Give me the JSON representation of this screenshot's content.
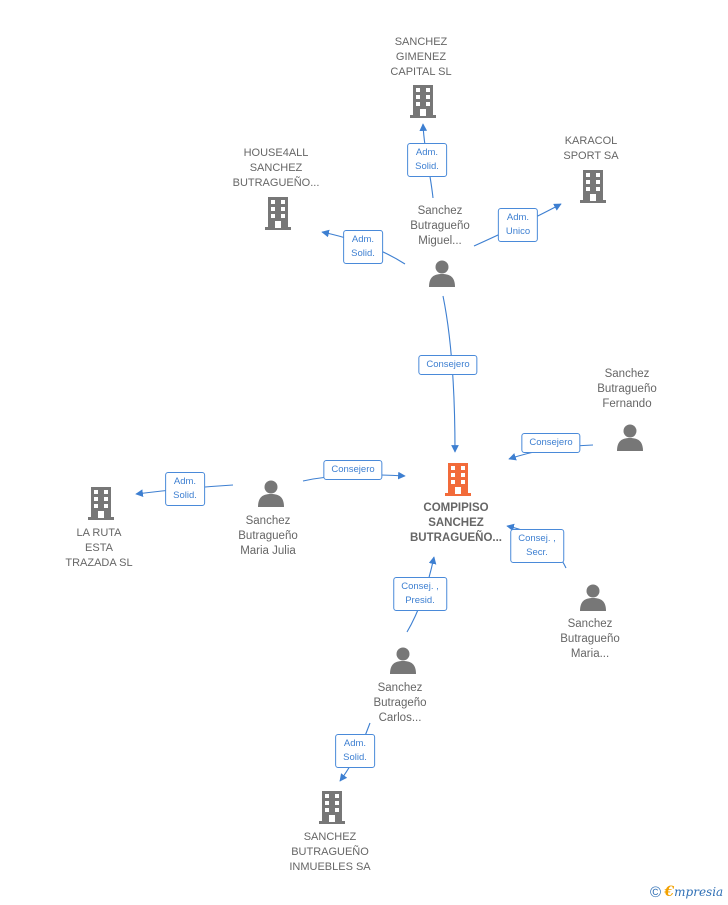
{
  "colors": {
    "company_icon": "#777777",
    "main_icon": "#f26b3a",
    "person_icon": "#777777",
    "edge": "#3d7fd1",
    "label_text": "#666666"
  },
  "nodes": {
    "sanchez_gimenez": {
      "label": "SANCHEZ\nGIMENEZ\nCAPITAL  SL",
      "icon": "building-icon"
    },
    "house4all": {
      "label": "HOUSE4ALL\nSANCHEZ\nBUTRAGUEÑO...",
      "icon": "building-icon"
    },
    "karacol": {
      "label": "KARACOL\nSPORT SA",
      "icon": "building-icon"
    },
    "miguel": {
      "label": "Sanchez\nButragueño\nMiguel...",
      "icon": "person-icon"
    },
    "fernando": {
      "label": "Sanchez\nButragueño\nFernando",
      "icon": "person-icon"
    },
    "compipiso": {
      "label": "COMPIPISO\nSANCHEZ\nBUTRAGUEÑO...",
      "icon": "building-icon"
    },
    "la_ruta": {
      "label": "LA RUTA\nESTA\nTRAZADA SL",
      "icon": "building-icon"
    },
    "maria_julia": {
      "label": "Sanchez\nButragueño\nMaria Julia",
      "icon": "person-icon"
    },
    "maria": {
      "label": "Sanchez\nButragueño\nMaria...",
      "icon": "person-icon"
    },
    "carlos": {
      "label": "Sanchez\nButrageño\nCarlos...",
      "icon": "person-icon"
    },
    "inmuebles": {
      "label": "SANCHEZ\nBUTRAGUEÑO\nINMUEBLES SA",
      "icon": "building-icon"
    }
  },
  "relations": {
    "miguel_gimenez": "Adm.\nSolid.",
    "miguel_house4all": "Adm.\nSolid.",
    "miguel_karacol": "Adm.\nUnico",
    "miguel_compipiso": "Consejero",
    "fernando_compipiso": "Consejero",
    "julia_compipiso": "Consejero",
    "julia_laruta": "Adm.\nSolid.",
    "maria_compipiso": "Consej. ,\nSecr.",
    "carlos_compipiso": "Consej. ,\nPresid.",
    "carlos_inmuebles": "Adm.\nSolid."
  },
  "footer": {
    "copyright": "©",
    "brand_initial": "€",
    "brand_rest": "mpresia"
  }
}
